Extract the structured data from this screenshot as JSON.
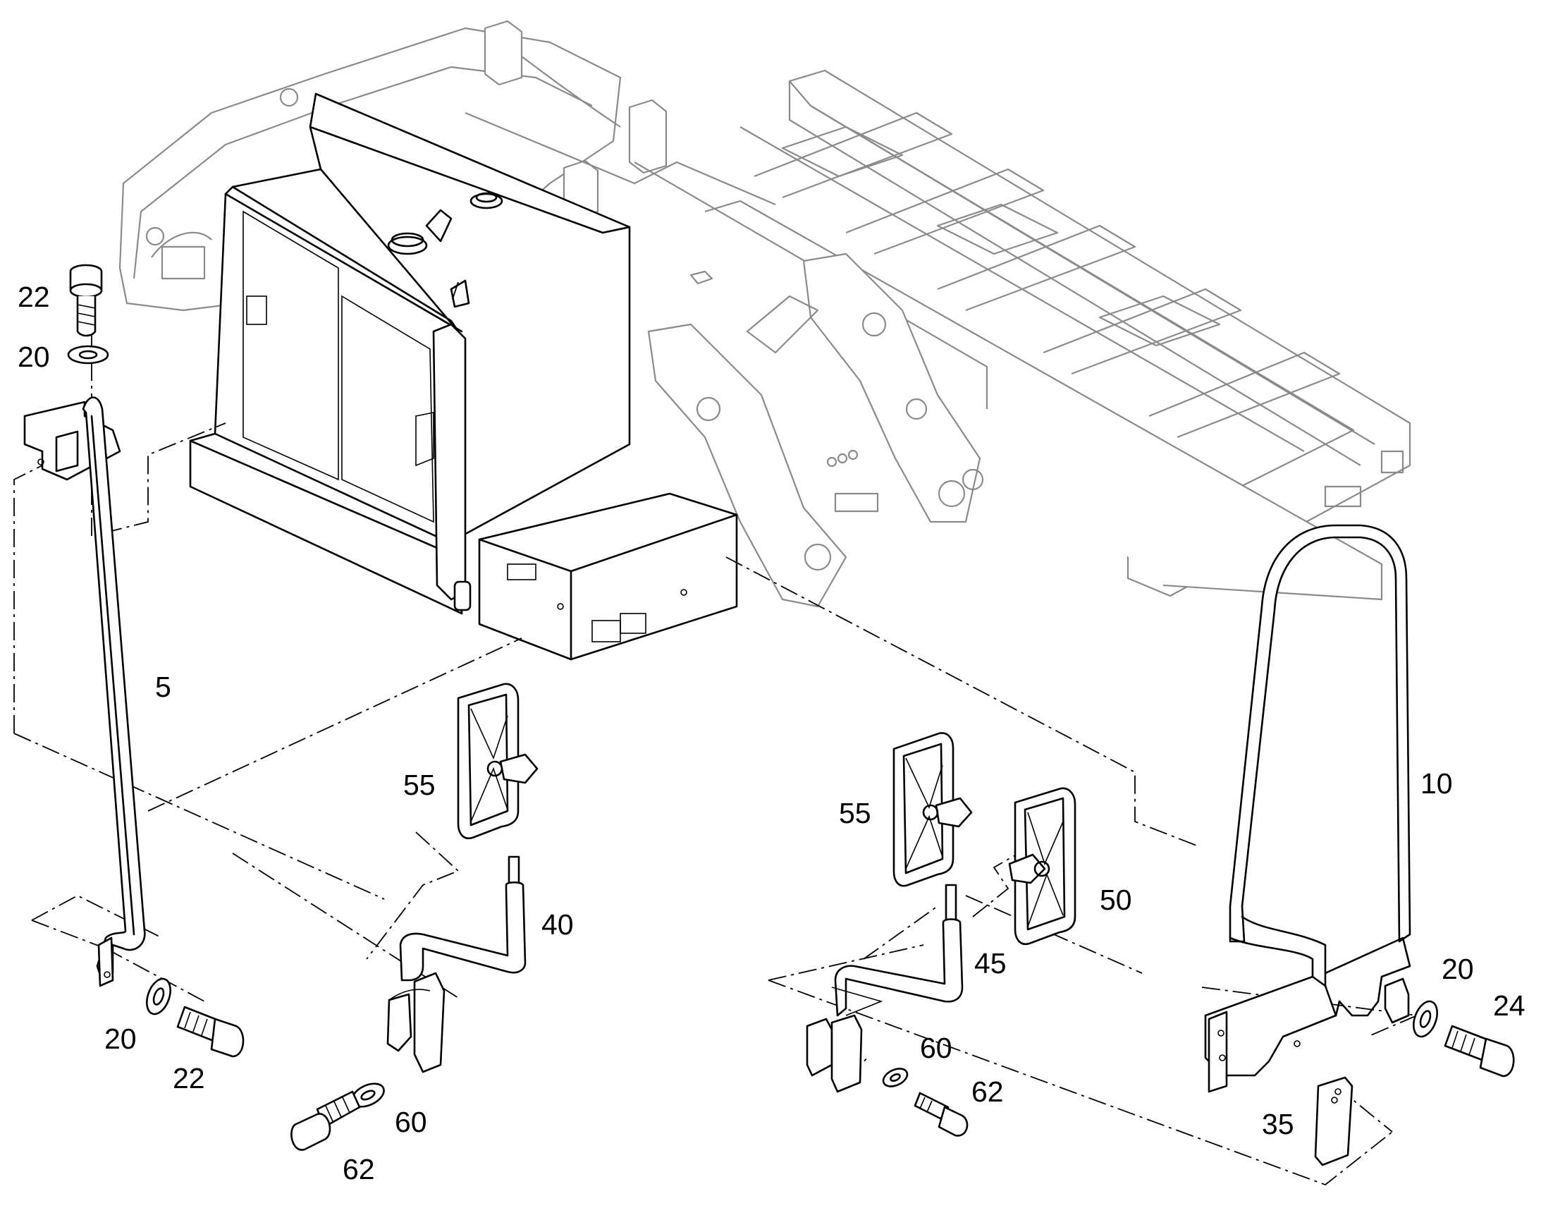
{
  "figure": {
    "callouts": {
      "c5": "5",
      "c10": "10",
      "c20_top": "20",
      "c22_top": "22",
      "c20_left": "20",
      "c22_left": "22",
      "c55_left": "55",
      "c40": "40",
      "c60_left": "60",
      "c62_left": "62",
      "c55_right": "55",
      "c50": "50",
      "c45": "45",
      "c60_right": "60",
      "c62_right": "62",
      "c35": "35",
      "c20_right": "20",
      "c24": "24"
    }
  }
}
